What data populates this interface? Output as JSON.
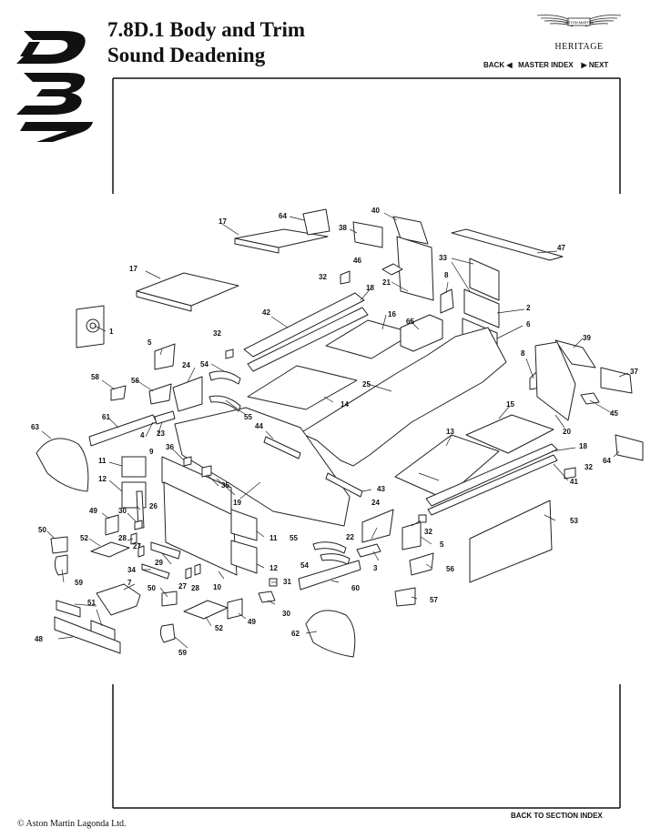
{
  "header": {
    "title_line1": "7.8D.1 Body and Trim",
    "title_line2": "Sound Deadening"
  },
  "brand": {
    "heritage": "HERITAGE",
    "logo_icon": "aston-martin-wings-icon",
    "model_logo_icon": "db7-logo-icon"
  },
  "nav": {
    "back": "BACK",
    "master_index": "MASTER INDEX",
    "next": "NEXT"
  },
  "footer": {
    "copyright": "© Aston Martin Lagonda Ltd.",
    "back_to_section": "BACK TO SECTION INDEX"
  },
  "diagram": {
    "part_labels": [
      "1",
      "2",
      "3",
      "4",
      "5",
      "5",
      "6",
      "7",
      "8",
      "8",
      "9",
      "10",
      "11",
      "11",
      "12",
      "12",
      "13",
      "14",
      "15",
      "16",
      "17",
      "17",
      "18",
      "18",
      "19",
      "20",
      "21",
      "22",
      "23",
      "24",
      "24",
      "25",
      "26",
      "27",
      "27",
      "28",
      "28",
      "29",
      "30",
      "30",
      "31",
      "32",
      "32",
      "32",
      "32",
      "33",
      "34",
      "35",
      "36",
      "37",
      "38",
      "39",
      "40",
      "41",
      "42",
      "43",
      "44",
      "45",
      "46",
      "47",
      "48",
      "49",
      "49",
      "50",
      "50",
      "51",
      "52",
      "52",
      "53",
      "54",
      "54",
      "55",
      "55",
      "56",
      "56",
      "57",
      "58",
      "59",
      "59",
      "60",
      "61",
      "62",
      "63",
      "64",
      "64",
      "65"
    ]
  }
}
